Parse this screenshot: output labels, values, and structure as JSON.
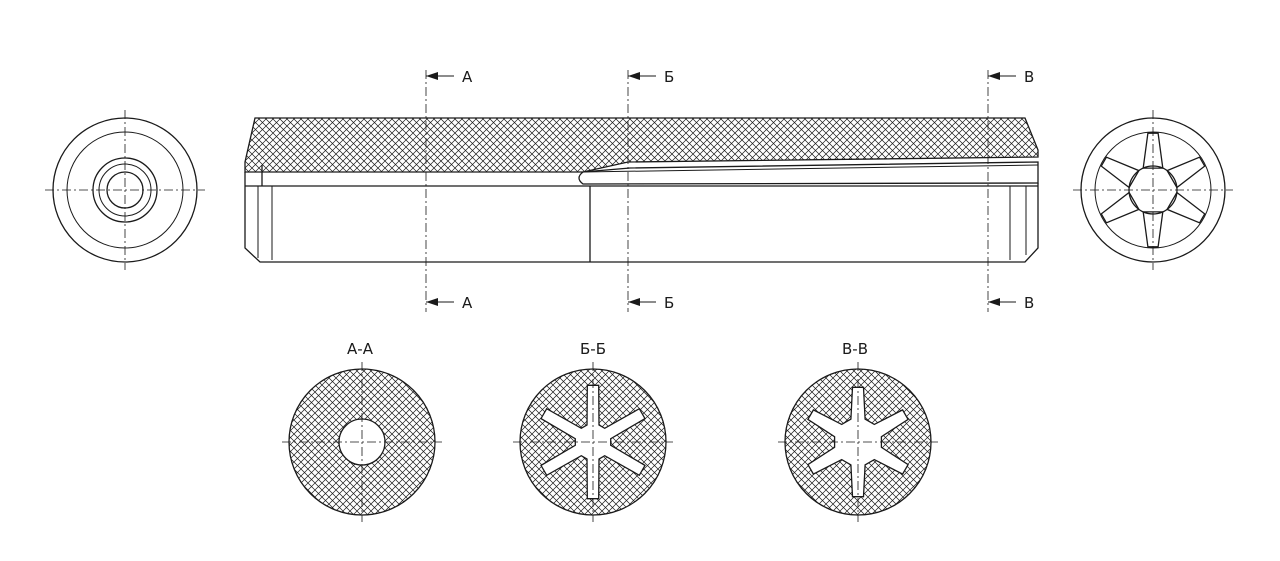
{
  "section_lines": [
    {
      "id": "A",
      "label": "А"
    },
    {
      "id": "B",
      "label": "Б"
    },
    {
      "id": "V",
      "label": "В"
    }
  ],
  "section_views": [
    {
      "id": "A",
      "title": "А-А",
      "profile": "round-hole"
    },
    {
      "id": "B",
      "title": "Б-Б",
      "profile": "six-point-star"
    },
    {
      "id": "V",
      "title": "В-В",
      "profile": "six-point-star-wide"
    }
  ],
  "colors": {
    "line": "#1a1a1a",
    "background": "#ffffff"
  }
}
